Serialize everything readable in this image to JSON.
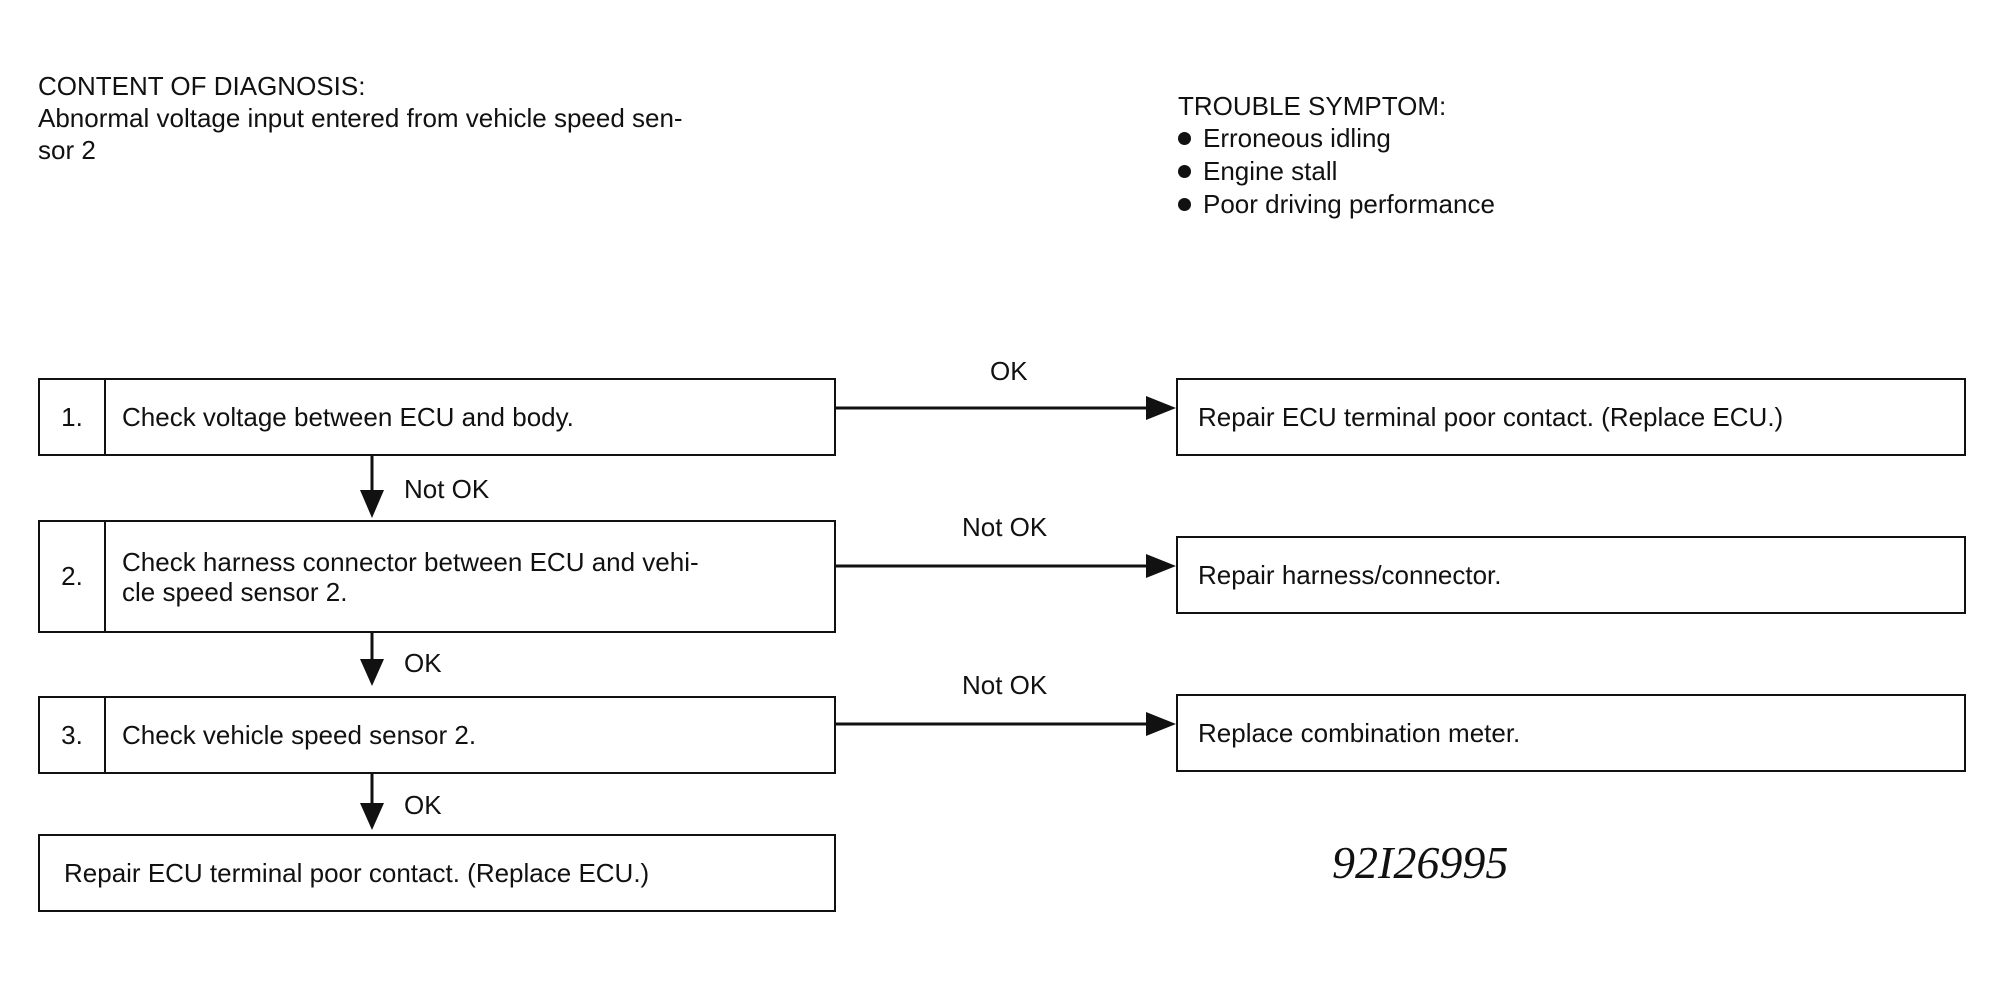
{
  "content_of_diagnosis": {
    "heading": "CONTENT OF DIAGNOSIS:",
    "line1": "Abnormal voltage input entered from vehicle speed sen-",
    "line2": "sor 2"
  },
  "trouble_symptom": {
    "heading": "TROUBLE SYMPTOM:",
    "items": [
      "Erroneous idling",
      "Engine stall",
      "Poor driving performance"
    ]
  },
  "steps": [
    {
      "number": "1.",
      "line1": "Check voltage between ECU and body.",
      "line2": ""
    },
    {
      "number": "2.",
      "line1": "Check harness connector between ECU and vehi-",
      "line2": "cle speed sensor 2."
    },
    {
      "number": "3.",
      "line1": "Check vehicle speed sensor 2.",
      "line2": ""
    }
  ],
  "final_result": "Repair ECU terminal poor contact. (Replace ECU.)",
  "results": [
    "Repair ECU terminal poor contact. (Replace ECU.)",
    "Repair harness/connector.",
    "Replace combination meter."
  ],
  "branch_labels": [
    "OK",
    "Not OK",
    "Not OK"
  ],
  "down_labels": [
    "Not OK",
    "OK",
    "OK"
  ],
  "figure_code": "92I26995"
}
